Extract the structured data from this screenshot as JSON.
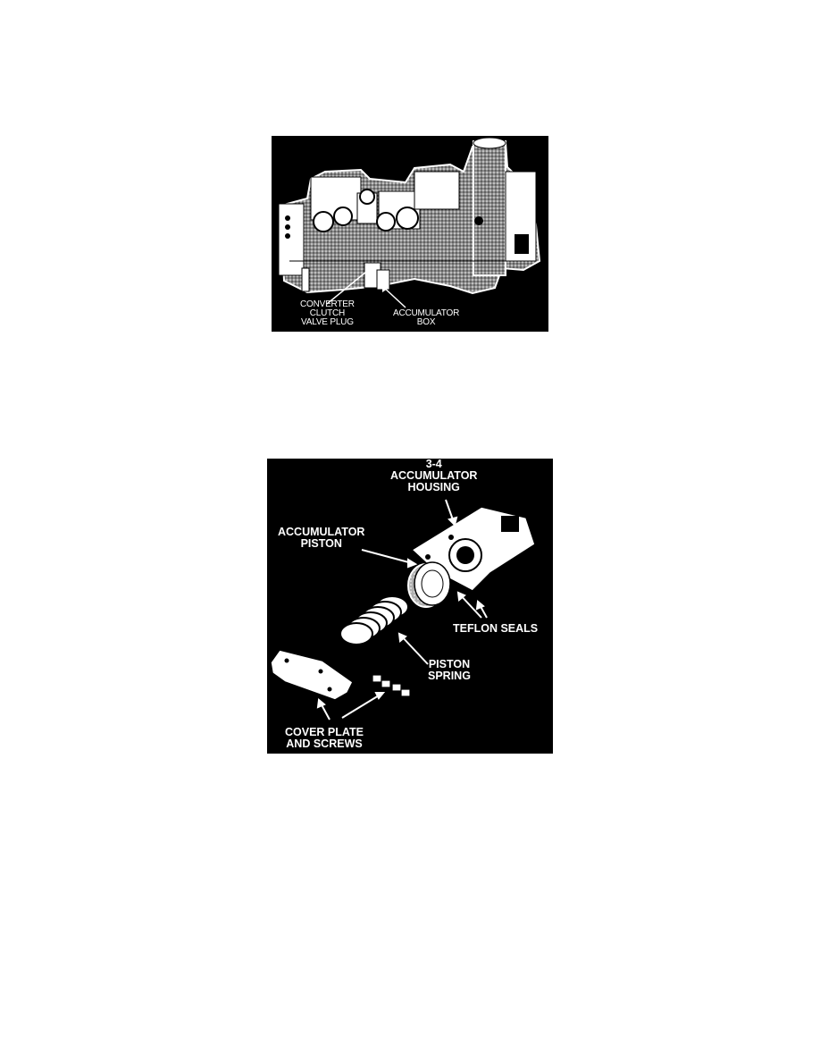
{
  "figure1": {
    "callouts": {
      "converter_clutch_valve_plug": [
        "CONVERTER",
        "CLUTCH",
        "VALVE PLUG"
      ],
      "accumulator_box": [
        "ACCUMULATOR",
        "BOX"
      ]
    }
  },
  "figure2": {
    "callouts": {
      "accumulator_housing": [
        "3-4",
        "ACCUMULATOR",
        "HOUSING"
      ],
      "accumulator_piston": [
        "ACCUMULATOR",
        "PISTON"
      ],
      "teflon_seals": [
        "TEFLON SEALS"
      ],
      "piston_spring": [
        "PISTON",
        "SPRING"
      ],
      "cover_plate_and_screws": [
        "COVER PLATE",
        "AND SCREWS"
      ]
    }
  }
}
